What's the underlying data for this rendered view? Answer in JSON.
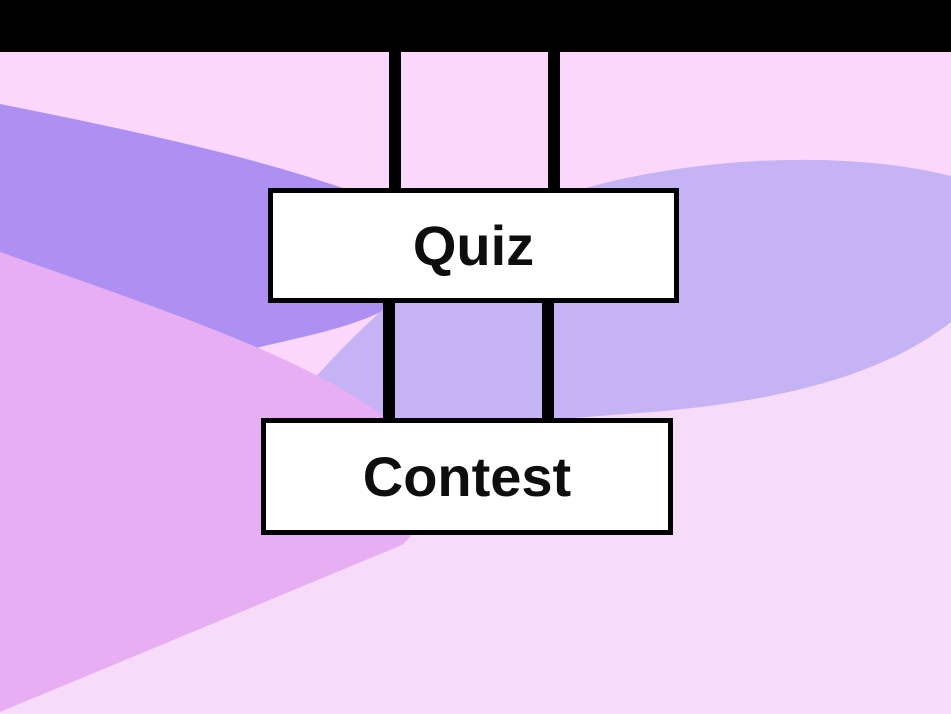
{
  "scene": {
    "title": "Quiz Contest hanging signs screen",
    "colors": {
      "structure_black": "#000000",
      "base_pink": "#FAD7FB",
      "purple_wave": "#AD90F2",
      "light_purple_wave": "#C6B3F6",
      "bottom_pink_wave": "#F7DCFA",
      "magenta_wave": "#E8AEF4",
      "sign_fill": "#FFFFFF",
      "sign_border": "#000000",
      "sign_text": "#0E0E0E"
    }
  },
  "signs": [
    {
      "label": "Quiz"
    },
    {
      "label": "Contest"
    }
  ]
}
